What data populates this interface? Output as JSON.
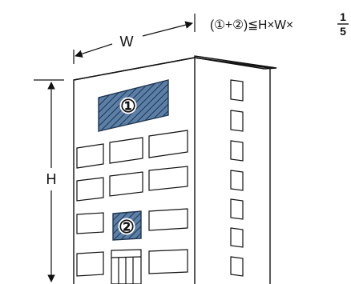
{
  "formula": {
    "expression": "(①+②)≦H×W×",
    "fraction_numerator": "1",
    "fraction_denominator": "5"
  },
  "dimensions": {
    "width_label": "W",
    "height_label": "H"
  },
  "areas": [
    {
      "label": "①"
    },
    {
      "label": "②"
    }
  ],
  "colors": {
    "line": "#111111",
    "area_fill": "#5b7fa6",
    "hatch": "#1f3550",
    "background": "#ffffff"
  }
}
